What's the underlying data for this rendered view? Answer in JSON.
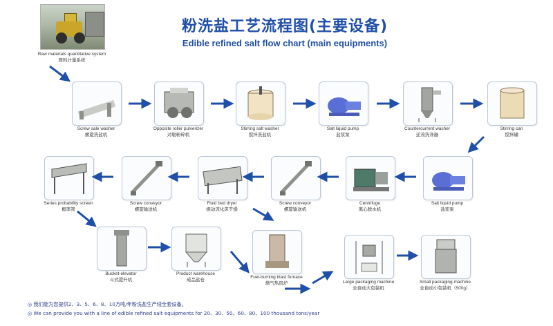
{
  "title_cn": "粉洗盐工艺流程图(主要设备)",
  "title_en": "Edible refined salt flow chart (main equipments)",
  "raw": {
    "en": "Raw materials quantitative system",
    "cn": "原料计量系统"
  },
  "equipment": [
    {
      "en": "Screw sale washer",
      "cn": "螺旋洗盐机",
      "icon": "screw-washer-icon"
    },
    {
      "en": "Opposite roller pulverizer",
      "cn": "对辊粉碎机",
      "icon": "roller-pulverizer-icon"
    },
    {
      "en": "Stirring salt washer",
      "cn": "搅拌洗盐机",
      "icon": "stirring-washer-icon"
    },
    {
      "en": "Salt liquid pump",
      "cn": "盐浆泵",
      "icon": "pump-icon"
    },
    {
      "en": "Countercurrent washer",
      "cn": "逆流洗涤器",
      "icon": "countercurrent-washer-icon"
    },
    {
      "en": "Stirring can",
      "cn": "搅拌罐",
      "icon": "stirring-can-icon"
    },
    {
      "en": "Salt liquid pump",
      "cn": "盐浆泵",
      "icon": "pump-icon"
    },
    {
      "en": "Centrifuge",
      "cn": "离心脱水机",
      "icon": "centrifuge-icon"
    },
    {
      "en": "Screw conveyor",
      "cn": "螺旋输送机",
      "icon": "screw-conveyor-icon"
    },
    {
      "en": "Fluid bed dryer",
      "cn": "振动流化床干燥",
      "icon": "fluid-bed-dryer-icon"
    },
    {
      "en": "Screw conveyor",
      "cn": "螺旋输送机",
      "icon": "screw-conveyor-icon"
    },
    {
      "en": "Series probability screen",
      "cn": "概率筛",
      "icon": "probability-screen-icon"
    },
    {
      "en": "Bucket-elevator",
      "cn": "斗式提升机",
      "icon": "bucket-elevator-icon"
    },
    {
      "en": "Product warehouse",
      "cn": "成品盐仓",
      "icon": "warehouse-icon"
    },
    {
      "en": "Fuel-burning blast furnace",
      "cn": "燃气热风炉",
      "icon": "blast-furnace-icon"
    },
    {
      "en": "Large packaging machine",
      "cn": "全自动大包装机",
      "icon": "large-packaging-icon"
    },
    {
      "en": "Small packaging machine",
      "cn": "全自动小包装机（500g）",
      "icon": "small-packaging-icon"
    }
  ],
  "notes": {
    "cn": "◎ 我们能为您提供2、3、5、6、8、10万吨/年粉洗盐生产线全套设备。",
    "en": "◎ We can provide you with a line of edible refined salt equipments for 20、30、50、60、80、100 thousand tons/year"
  },
  "colors": {
    "title": "#1f4fa8",
    "arrow": "#1f4fa8",
    "box_border": "#b8c6d8"
  }
}
